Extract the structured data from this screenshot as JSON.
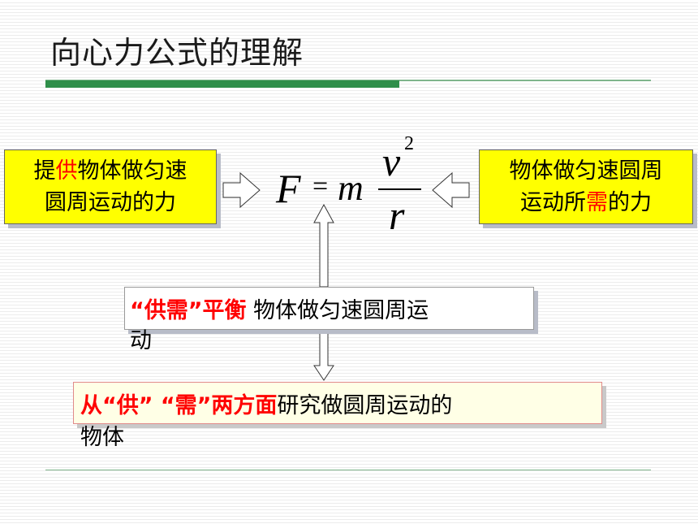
{
  "title": "向心力公式的理解",
  "supply_box": {
    "prefix": "提",
    "highlight": "供",
    "rest": "物体做匀速",
    "line2": "圆周运动的力"
  },
  "demand_box": {
    "line1": "物体做匀速圆周",
    "prefix": "运动所",
    "highlight": "需",
    "rest": "的力"
  },
  "formula": {
    "F": "F",
    "equals": "=",
    "m": "m",
    "v": "v",
    "exp": "2",
    "r": "r"
  },
  "balance": {
    "label": "“供需”平衡",
    "text": " 物体做匀速圆周运",
    "overflow": "动"
  },
  "study": {
    "red": "从“供” “需”两方面",
    "text": "研究做圆周运动的",
    "overflow": "物体"
  },
  "colors": {
    "highlight": "#ff0000",
    "box_fill": "#ffff00",
    "accent_green": "#2f8f4a"
  }
}
